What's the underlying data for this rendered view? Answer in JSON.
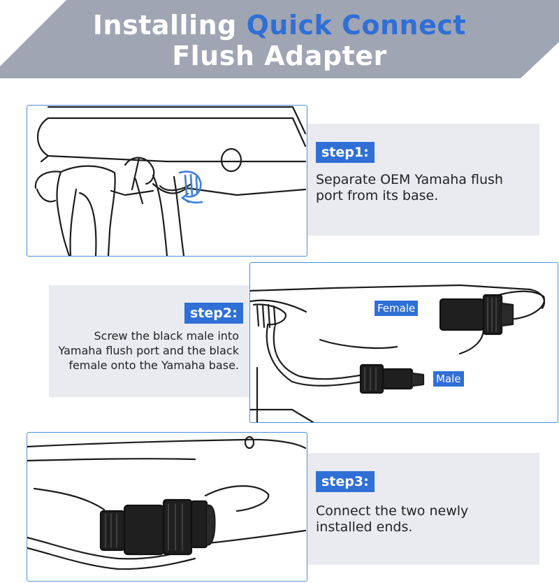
{
  "title": {
    "prefix": "Installing ",
    "highlight": "Quick Connect",
    "line2": "Flush Adapter"
  },
  "colors": {
    "banner": "#9fa5b3",
    "accent": "#2f6fd6",
    "panel": "#e9ebf1",
    "frame_border": "#4a8fd6"
  },
  "steps": [
    {
      "badge": "step1:",
      "text": "Separate OEM Yamaha flush port from its base."
    },
    {
      "badge": "step2:",
      "text": "Screw the black male into Yamaha flush port and the black female onto the Yamaha base."
    },
    {
      "badge": "step3:",
      "text": "Connect the two newly installed ends."
    }
  ],
  "callouts": {
    "female": "Female",
    "male": "Male"
  }
}
